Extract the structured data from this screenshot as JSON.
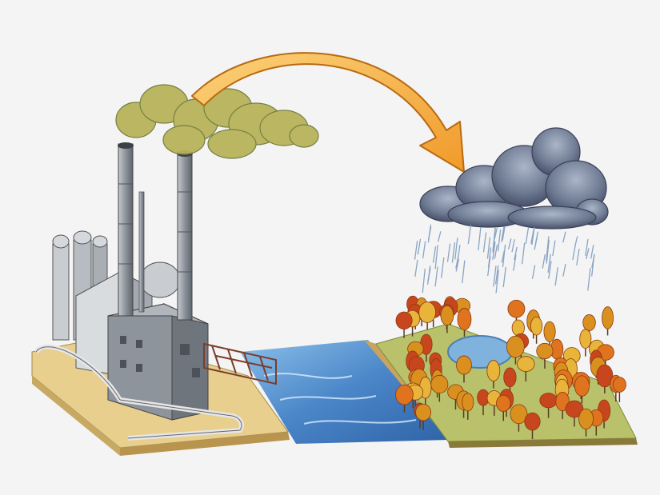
{
  "diagram": {
    "theme": "acid-rain-cycle",
    "flow": [
      "factory-smoke",
      "transport-arrow",
      "rain-cloud",
      "acid-rain",
      "forest-and-lake"
    ],
    "colors": {
      "background": "#f4f4f4",
      "smoke": "#b9b35a",
      "arrow": "#f4a93a",
      "arrow_outline": "#b86a12",
      "cloud": "#6f7b93",
      "rain": "#8aa4c4",
      "river": "#4a86c8",
      "factory": "#9aa0a8",
      "ground": "#e8cf8e",
      "foliage_orange": "#e0731e",
      "foliage_yellow": "#e9b43a",
      "foliage_red": "#c8461d"
    },
    "icons": [
      "factory-icon",
      "smokestack-icon",
      "arrow-icon",
      "cloud-icon",
      "rain-icon",
      "tree-icon",
      "river-icon",
      "lake-icon"
    ]
  }
}
